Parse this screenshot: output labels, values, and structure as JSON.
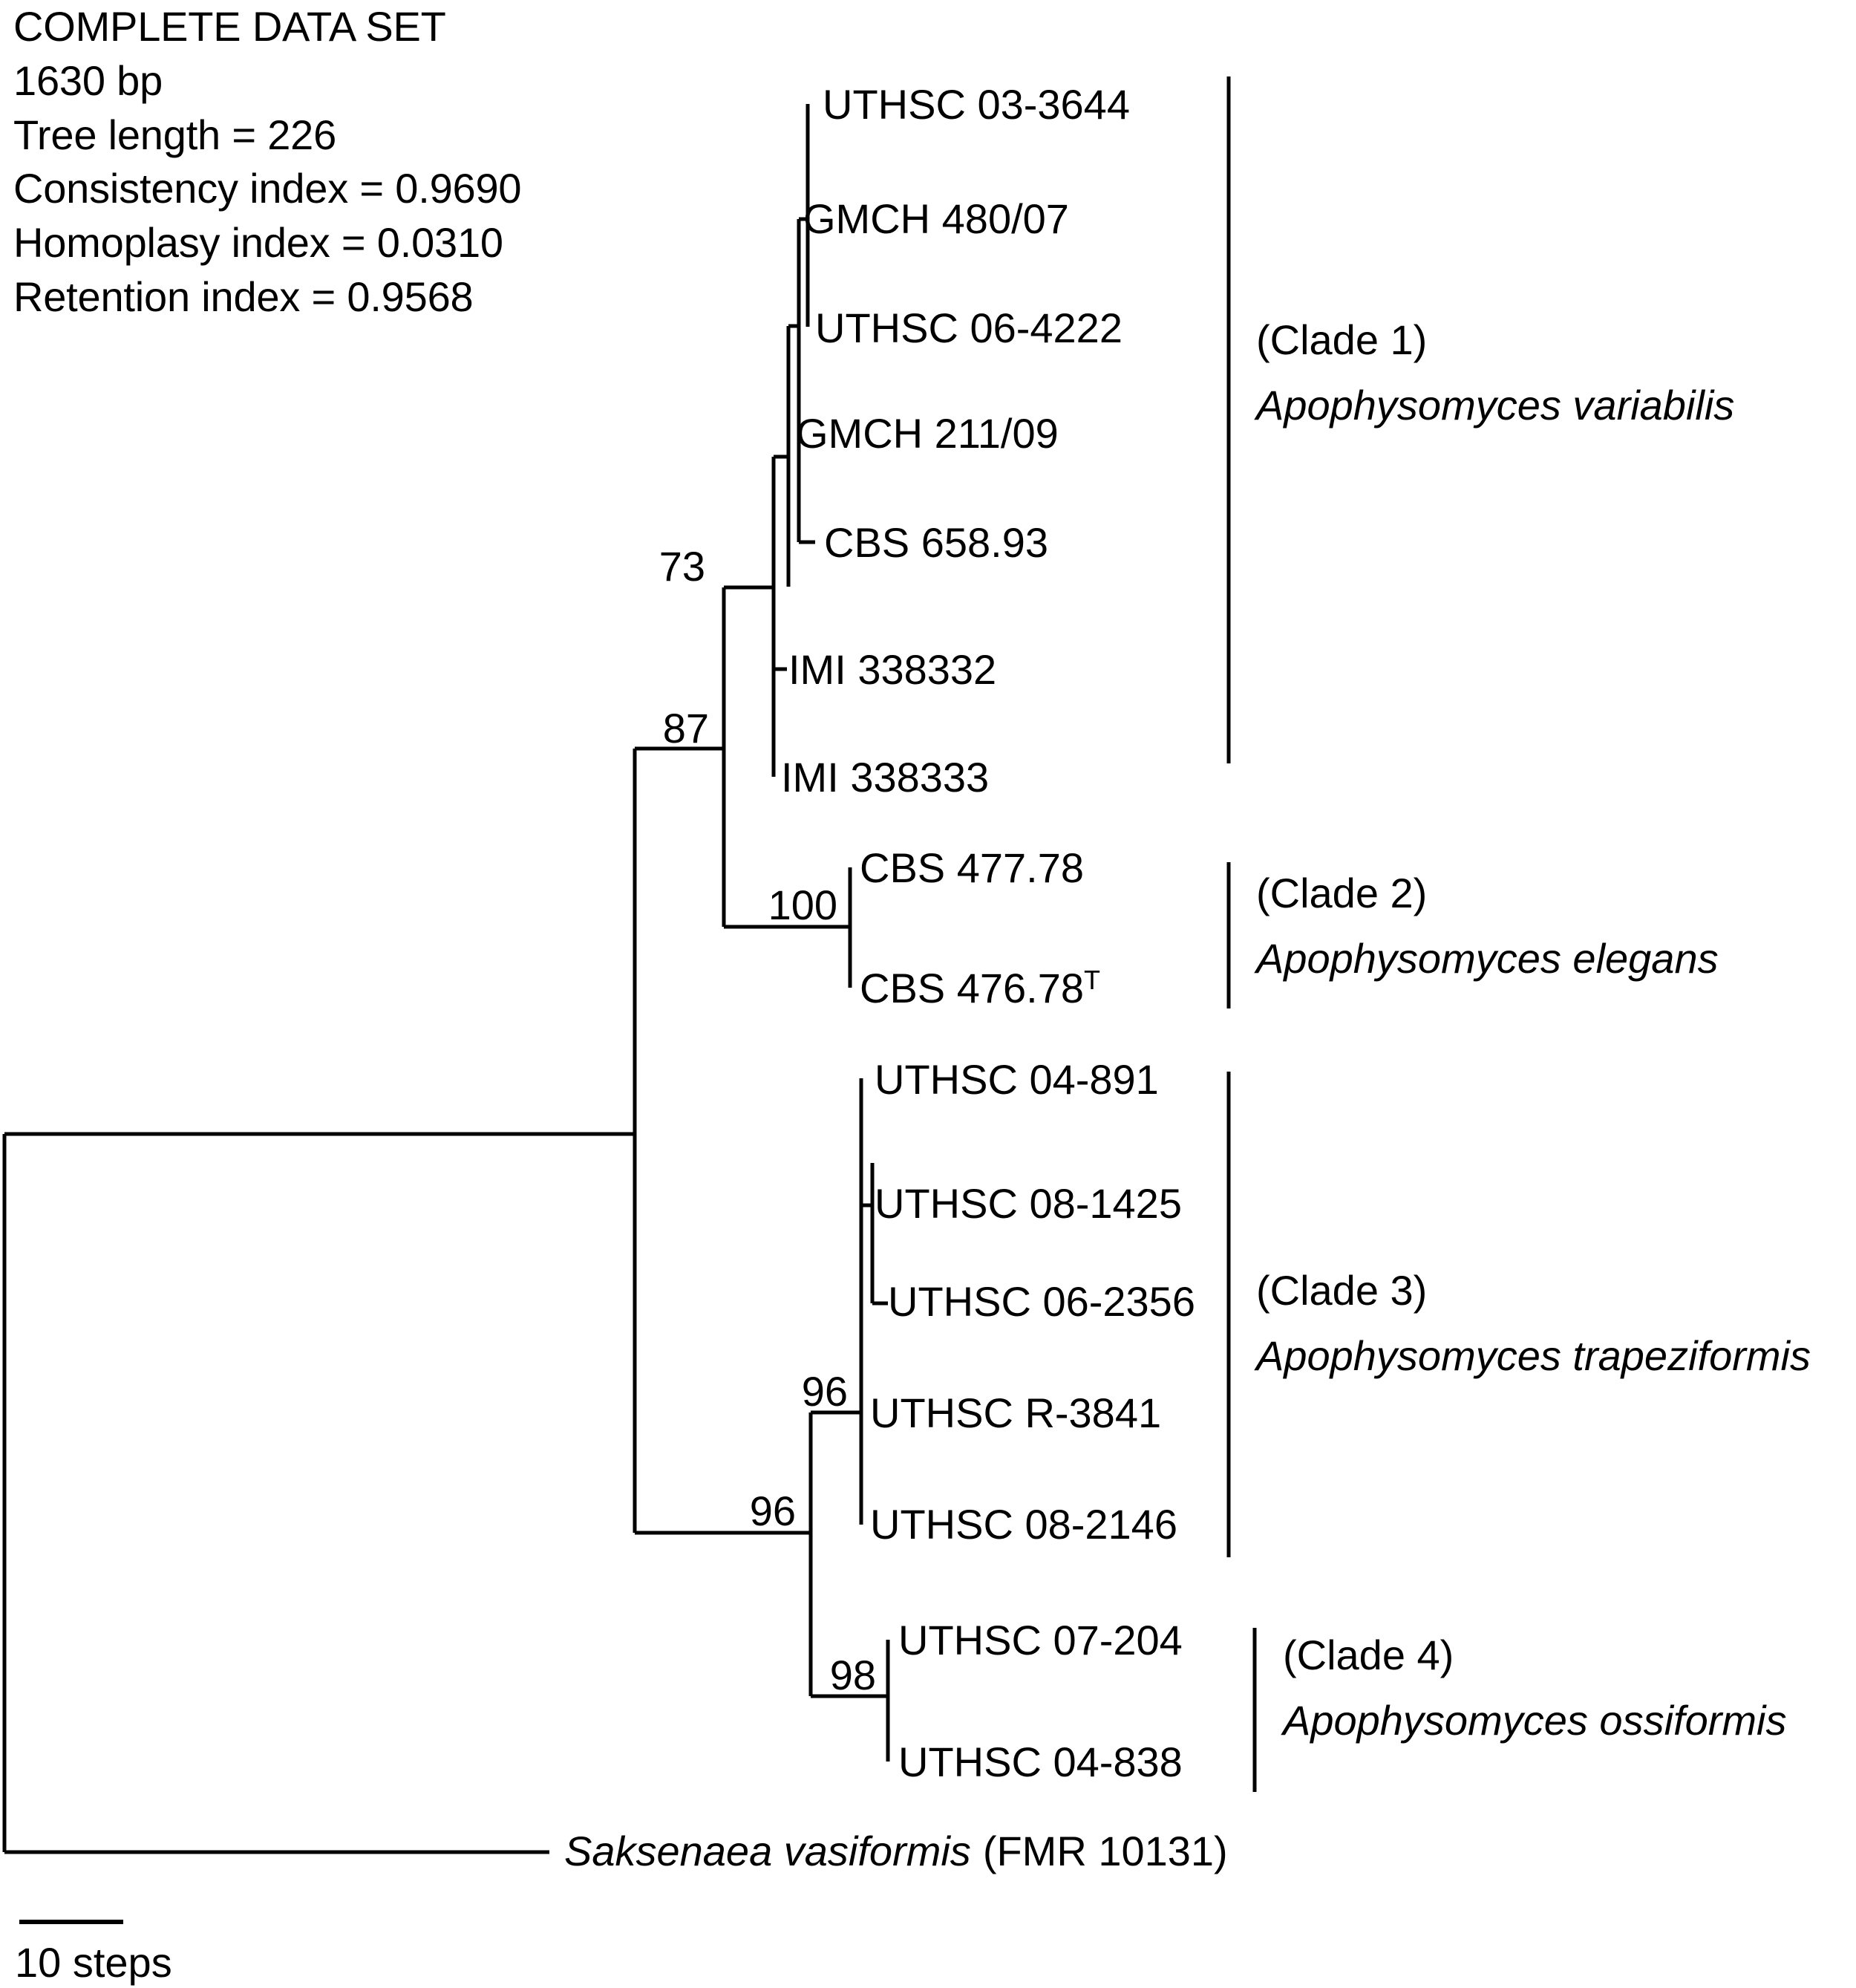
{
  "stats": {
    "title": "COMPLETE DATA SET",
    "lines": [
      "1630 bp",
      "Tree length = 226",
      "Consistency index = 0.9690",
      "Homoplasy index = 0.0310",
      "Retention index = 0.9568"
    ]
  },
  "tips": [
    {
      "label": "UTHSC 03-3644",
      "clade": 1
    },
    {
      "label": "GMCH 480/07",
      "clade": 1
    },
    {
      "label": "UTHSC 06-4222",
      "clade": 1
    },
    {
      "label": "GMCH 211/09",
      "clade": 1
    },
    {
      "label": "CBS 658.93",
      "clade": 1
    },
    {
      "label": "IMI 338332",
      "clade": 1
    },
    {
      "label": "IMI 338333",
      "clade": 1
    },
    {
      "label": "CBS 477.78",
      "clade": 2
    },
    {
      "label": "CBS 476.78",
      "superscript": "T",
      "clade": 2
    },
    {
      "label": "UTHSC 04-891",
      "clade": 3
    },
    {
      "label": "UTHSC 08-1425",
      "clade": 3
    },
    {
      "label": "UTHSC 06-2356",
      "clade": 3
    },
    {
      "label": "UTHSC R-3841",
      "clade": 3
    },
    {
      "label": "UTHSC 08-2146",
      "clade": 3
    },
    {
      "label": "UTHSC 07-204",
      "clade": 4
    },
    {
      "label": "UTHSC 04-838",
      "clade": 4
    }
  ],
  "bootstrap": [
    {
      "value": "73",
      "node": "clade1-inner"
    },
    {
      "value": "87",
      "node": "clade1-clade2-ancestor"
    },
    {
      "value": "100",
      "node": "clade2"
    },
    {
      "value": "96",
      "node": "clade3"
    },
    {
      "value": "96",
      "node": "clade3-clade4-ancestor"
    },
    {
      "value": "98",
      "node": "clade4"
    }
  ],
  "clades": [
    {
      "line1": "(Clade 1)",
      "line2": "Apophysomyces variabilis"
    },
    {
      "line1": "(Clade 2)",
      "line2": "Apophysomyces elegans"
    },
    {
      "line1": "(Clade 3)",
      "line2": "Apophysomyces trapeziformis"
    },
    {
      "line1": "(Clade 4)",
      "line2": "Apophysomyces ossiformis"
    }
  ],
  "outgroup": {
    "name": "Saksenaea vasiformis",
    "strain": "(FMR 10131)"
  },
  "scale": {
    "label": "10 steps"
  },
  "chart_data": {
    "type": "tree",
    "title": "COMPLETE DATA SET",
    "tree_statistics": {
      "alignment_length_bp": 1630,
      "tree_length": 226,
      "consistency_index": 0.969,
      "homoplasy_index": 0.031,
      "retention_index": 0.9568
    },
    "scale_bar_units": "steps",
    "scale_bar_value": 10,
    "taxa_count": 17,
    "outgroup": "Saksenaea vasiformis (FMR 10131)",
    "clades": [
      {
        "id": 1,
        "species": "Apophysomyces variabilis",
        "members": [
          "UTHSC 03-3644",
          "GMCH 480/07",
          "UTHSC 06-4222",
          "GMCH 211/09",
          "CBS 658.93",
          "IMI 338332",
          "IMI 338333"
        ],
        "bootstrap_support": 73
      },
      {
        "id": 2,
        "species": "Apophysomyces elegans",
        "members": [
          "CBS 477.78",
          "CBS 476.78T"
        ],
        "bootstrap_support": 100
      },
      {
        "id": 3,
        "species": "Apophysomyces trapeziformis",
        "members": [
          "UTHSC 04-891",
          "UTHSC 08-1425",
          "UTHSC 06-2356",
          "UTHSC R-3841",
          "UTHSC 08-2146"
        ],
        "bootstrap_support": 96
      },
      {
        "id": 4,
        "species": "Apophysomyces ossiformis",
        "members": [
          "UTHSC 07-204",
          "UTHSC 04-838"
        ],
        "bootstrap_support": 98
      }
    ],
    "internal_node_support": {
      "clade1_plus_clade2": 87,
      "clade3_plus_clade4": 96
    }
  }
}
